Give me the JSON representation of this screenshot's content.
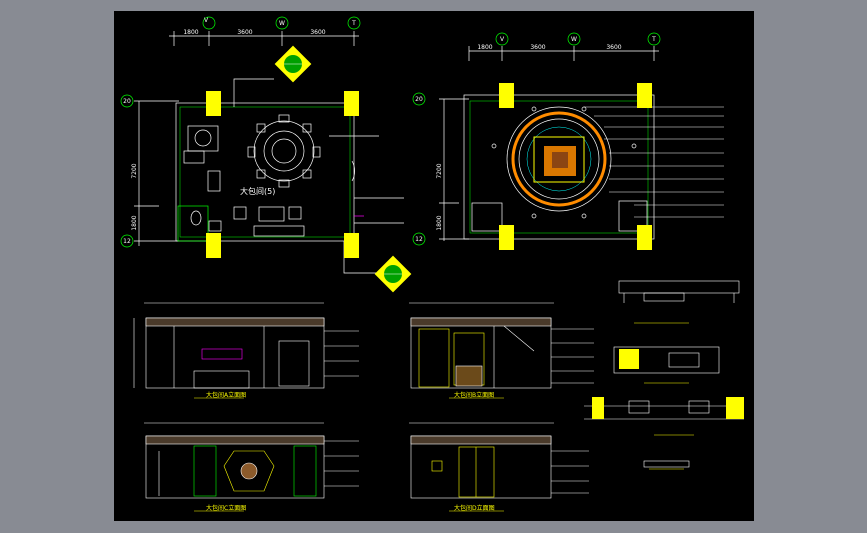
{
  "drawing": {
    "background": "#000000",
    "frame_color": "#888b93",
    "line_colors": {
      "yellow": "#ffff00",
      "green": "#00ff00",
      "white": "#ffffff",
      "orange": "#ff8c00",
      "cyan": "#00ffff",
      "magenta": "#ff00ff"
    }
  },
  "plan_left": {
    "axis_top": [
      "V",
      "W",
      "T"
    ],
    "dims_top": [
      "1800",
      "3600",
      "3600"
    ],
    "axis_side": [
      "20",
      "12"
    ],
    "dims_side": [
      "7200",
      "1800"
    ],
    "room_label": "大包间(5)"
  },
  "plan_right": {
    "axis_top": [
      "V",
      "W",
      "T"
    ],
    "dims_top": [
      "1800",
      "3600",
      "3600"
    ],
    "axis_side": [
      "20",
      "12"
    ],
    "dims_side": [
      "7200",
      "1800"
    ]
  },
  "elevations": {
    "titles": [
      "大包间A立面图",
      "大包间B立面图",
      "大包间C立面图",
      "大包间D立面图"
    ]
  }
}
